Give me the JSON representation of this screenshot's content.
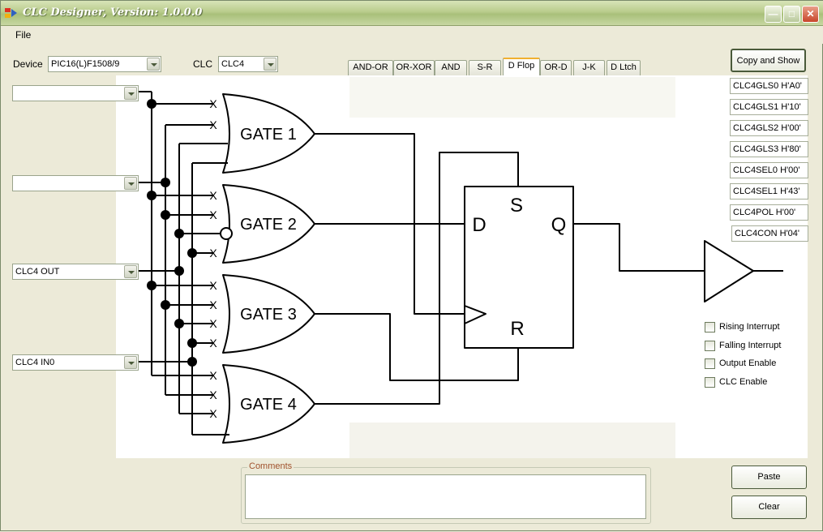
{
  "window": {
    "title": "CLC Designer, Version: 1.0.0.0",
    "min_glyph": "—",
    "max_glyph": "□",
    "close_glyph": "✕"
  },
  "menu": {
    "file": "File"
  },
  "device": {
    "label": "Device",
    "value": "PIC16(L)F1508/9"
  },
  "clc": {
    "label": "CLC",
    "value": "CLC4"
  },
  "inputs": [
    "",
    "",
    "CLC4 OUT",
    "CLC4 IN0"
  ],
  "tabs": [
    {
      "label": "AND-OR",
      "active": false
    },
    {
      "label": "OR-XOR",
      "active": false
    },
    {
      "label": "AND",
      "active": false
    },
    {
      "label": "S-R",
      "active": false
    },
    {
      "label": "D Flop",
      "active": true
    },
    {
      "label": "OR-D",
      "active": false
    },
    {
      "label": "J-K",
      "active": false
    },
    {
      "label": "D Ltch",
      "active": false
    }
  ],
  "gates": [
    "GATE 1",
    "GATE 2",
    "GATE 3",
    "GATE 4"
  ],
  "flipflop": {
    "s": "S",
    "d": "D",
    "q": "Q",
    "r": "R"
  },
  "x_mark": "X",
  "registers": [
    "CLC4GLS0  H'A0'",
    "CLC4GLS1  H'10'",
    "CLC4GLS2  H'00'",
    "CLC4GLS3  H'80'",
    "CLC4SEL0  H'00'",
    "CLC4SEL1  H'43'",
    "CLC4POL  H'00'",
    "CLC4CON  H'04'"
  ],
  "buttons": {
    "copy_show": "Copy and Show",
    "paste": "Paste",
    "clear": "Clear"
  },
  "options": [
    {
      "label": "Rising Interrupt",
      "checked": false
    },
    {
      "label": "Falling Interrupt",
      "checked": false
    },
    {
      "label": "Output Enable",
      "checked": false
    },
    {
      "label": "CLC Enable",
      "checked": false
    }
  ],
  "comments": {
    "label": "Comments",
    "value": ""
  }
}
